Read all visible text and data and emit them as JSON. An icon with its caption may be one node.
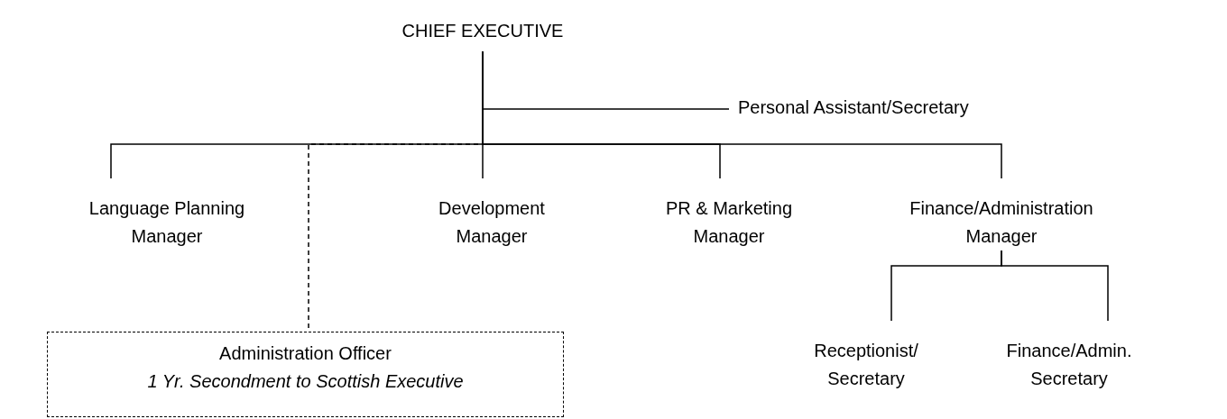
{
  "diagram": {
    "nodes": [
      {
        "text": [
          "CHIEF EXECUTIVE"
        ]
      },
      {
        "text": [
          "Personal Assistant/Secretary"
        ]
      },
      {
        "text": [
          "Language Planning Manager"
        ]
      },
      {
        "text": [
          "Development Manager"
        ]
      },
      {
        "text": [
          "PR & Marketing Manager"
        ]
      },
      {
        "text": [
          "Finance/Administration Manager"
        ]
      },
      {
        "text": [
          "Administration Officer",
          "1 Yr. Secondment to Scottish Executive"
        ]
      },
      {
        "text": [
          "Receptionist/ Secretary"
        ]
      },
      {
        "text": [
          "Finance/Admin. Secretary"
        ]
      }
    ],
    "edges": [
      {
        "from": 0,
        "to": 1,
        "arrow": "none"
      },
      {
        "from": 0,
        "to": 2,
        "arrow": "none"
      },
      {
        "from": 0,
        "to": 3,
        "arrow": "none"
      },
      {
        "from": 0,
        "to": 4,
        "arrow": "none"
      },
      {
        "from": 0,
        "to": 5,
        "arrow": "none"
      },
      {
        "from": 0,
        "to": 6,
        "arrow": "none",
        "style": "dashed"
      },
      {
        "from": 5,
        "to": 7,
        "arrow": "none"
      },
      {
        "from": 5,
        "to": 8,
        "arrow": "none"
      }
    ]
  }
}
